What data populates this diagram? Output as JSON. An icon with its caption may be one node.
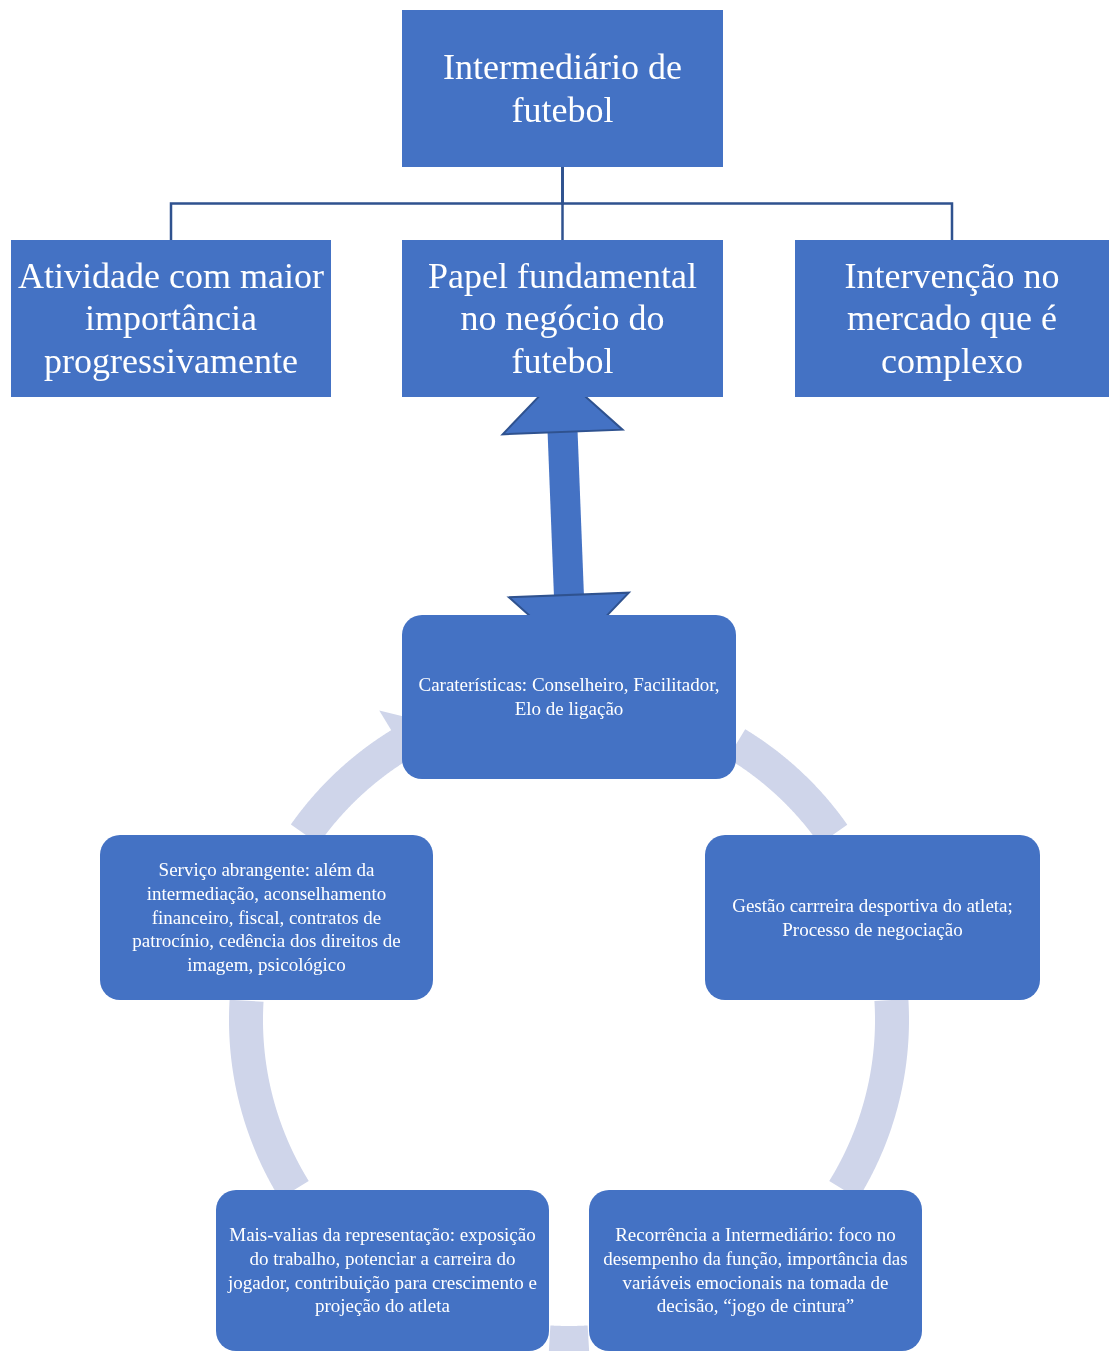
{
  "diagram": {
    "nodes": [
      {
        "text": [
          "Intermediário de futebol"
        ]
      },
      {
        "text": [
          "Atividade com maior importância progressivamente"
        ]
      },
      {
        "text": [
          "Papel fundamental no negócio do futebol"
        ]
      },
      {
        "text": [
          "Intervenção no mercado que é complexo"
        ]
      },
      {
        "text": [
          "Caraterísticas: Conselheiro, Facilitador, Elo de ligação"
        ]
      },
      {
        "text": [
          "Gestão carrreira desportiva do atleta; Processo de negociação"
        ]
      },
      {
        "text": [
          "Recorrência a Intermediário: foco no desempenho da função, importância das variáveis emocionais na tomada de decisão, “jogo de cintura”"
        ]
      },
      {
        "text": [
          "Mais-valias da representação: exposição do trabalho, potenciar a carreira do jogador, contribuição para crescimento e projeção do atleta"
        ]
      },
      {
        "text": [
          "Serviço abrangente: além da intermediação, aconselhamento financeiro, fiscal, contratos de patrocínio, cedência dos direitos de imagem, psicológico"
        ]
      }
    ],
    "edges": [
      {
        "from": 0,
        "to": 1,
        "arrow": "none",
        "color": "#2f528f"
      },
      {
        "from": 0,
        "to": 2,
        "arrow": "none",
        "color": "#2f528f"
      },
      {
        "from": 0,
        "to": 3,
        "arrow": "none",
        "color": "#2f528f"
      },
      {
        "from": 2,
        "to": 4,
        "arrow": "both",
        "color": "#4472c4"
      },
      {
        "from": 4,
        "to": 5,
        "arrow": "none"
      },
      {
        "from": 5,
        "to": 6,
        "arrow": "none"
      },
      {
        "from": 6,
        "to": 7,
        "arrow": "none"
      },
      {
        "from": 7,
        "to": 8,
        "arrow": "none"
      },
      {
        "from": 8,
        "to": 4,
        "arrow": "to"
      }
    ]
  }
}
